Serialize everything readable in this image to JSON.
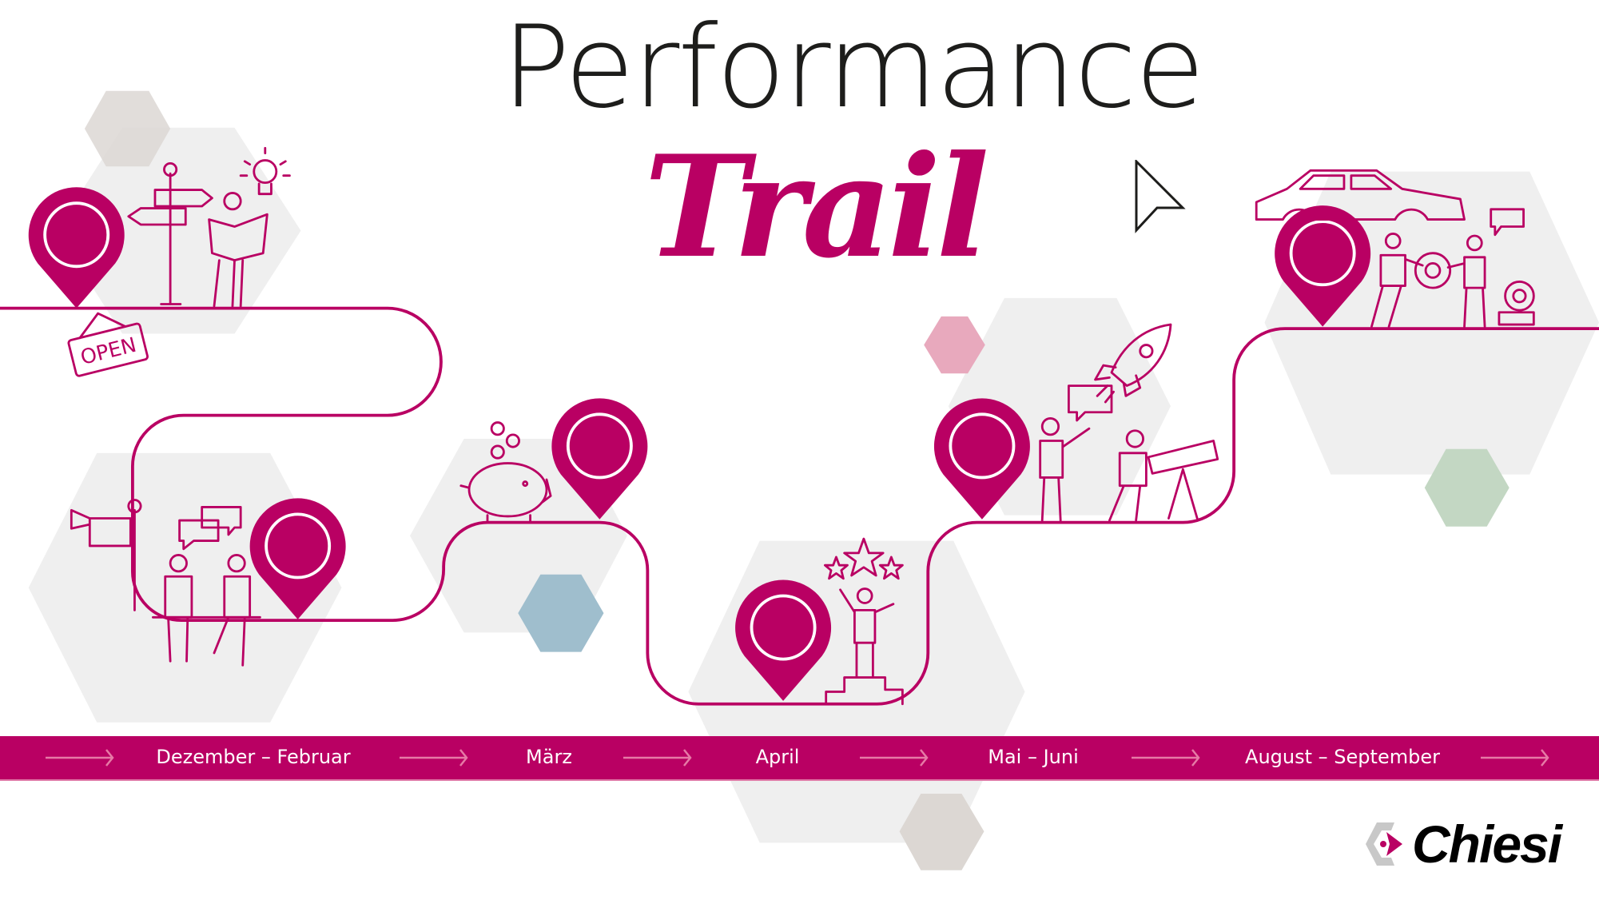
{
  "title": {
    "line1": "Performance",
    "line2": "Trail"
  },
  "signs": {
    "open": "OPEN"
  },
  "timeline": {
    "stages": [
      {
        "label": "Dezember – Februar"
      },
      {
        "label": "März"
      },
      {
        "label": "April"
      },
      {
        "label": "Mai – Juni"
      },
      {
        "label": "August – September"
      }
    ]
  },
  "brand": {
    "name": "Chiesi"
  },
  "colors": {
    "accent": "#b90063",
    "hex_gray": "#efefef",
    "hex_pink": "#e8a9bd",
    "hex_blue": "#9fbecd",
    "hex_green": "#c3d7c3",
    "hex_taupe": "#dcd7d3"
  }
}
